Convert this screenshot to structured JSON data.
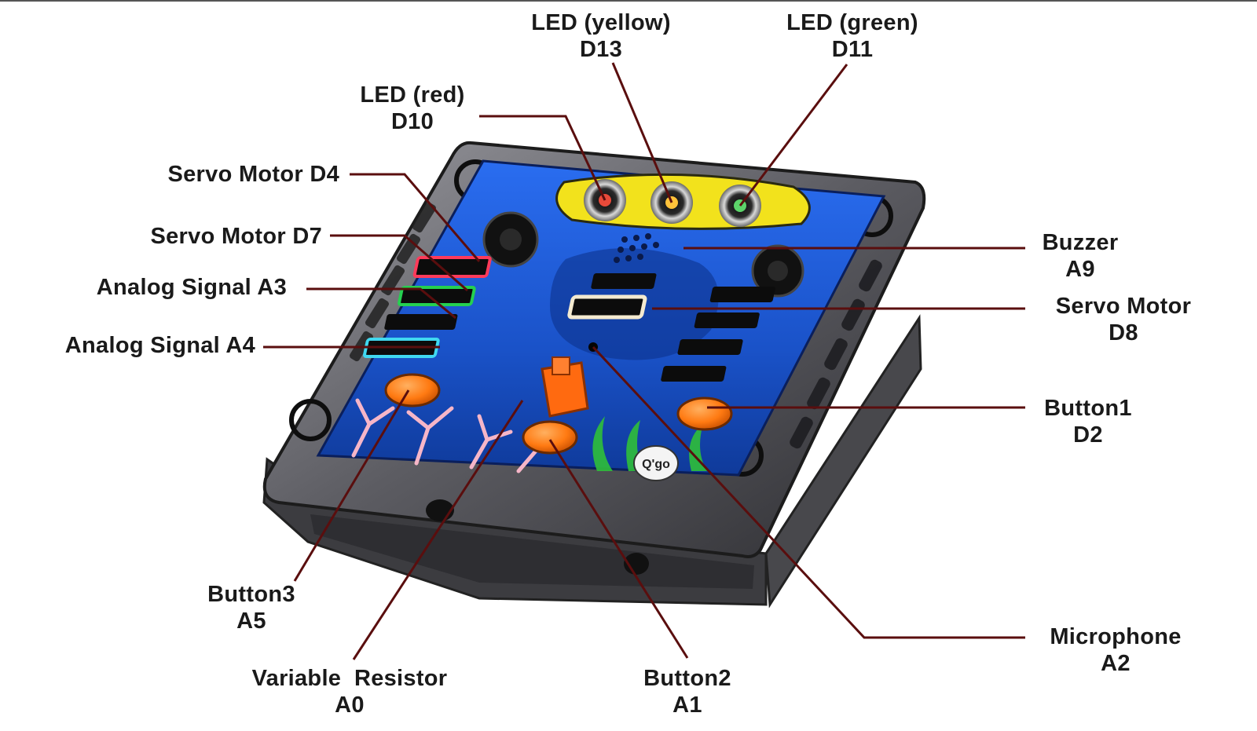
{
  "colors": {
    "leader_line": "#5a0e0e",
    "board_blue": "#1d5bd6",
    "led_bezel": "#f2e21c",
    "button_orange": "#ff7a12",
    "case_gray": "#6e6e72"
  },
  "labels": {
    "led_yellow": {
      "line1": "LED (yellow)",
      "line2": "D13"
    },
    "led_green": {
      "line1": "LED (green)",
      "line2": "D11"
    },
    "led_red": {
      "line1": "LED (red)",
      "line2": "D10"
    },
    "servo_d4": {
      "line1": "Servo Motor D4"
    },
    "servo_d7": {
      "line1": "Servo Motor D7"
    },
    "analog_a3": {
      "line1": "Analog Signal A3"
    },
    "analog_a4": {
      "line1": "Analog Signal A4"
    },
    "buzzer": {
      "line1": "Buzzer",
      "line2": "A9"
    },
    "servo_d8": {
      "line1": "Servo Motor",
      "line2": "D8"
    },
    "button1": {
      "line1": "Button1",
      "line2": "D2"
    },
    "microphone": {
      "line1": "Microphone",
      "line2": "A2"
    },
    "button3": {
      "line1": "Button3",
      "line2": "A5"
    },
    "variable_resistor": {
      "line1": "Variable  Resistor",
      "line2": "A0"
    },
    "button2": {
      "line1": "Button2",
      "line2": "A1"
    }
  },
  "board_logo_text": "Q'go"
}
